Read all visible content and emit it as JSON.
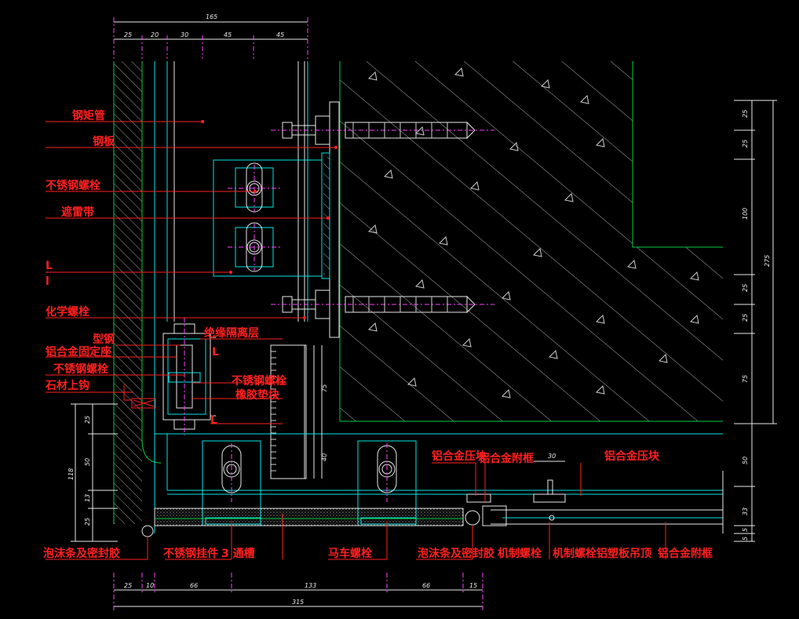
{
  "labels": {
    "steel_rect_tube": "钢矩管",
    "steel_plate": "钢板",
    "stainless_bolt_1": "不锈钢螺栓",
    "gasket_strip": "遮雷带",
    "angle_L_upper": "L",
    "angle_l_lower": "l",
    "chemical_anchor": "化学螺栓",
    "profile_steel": "型钢",
    "insulation_layer": "绝缘隔离层",
    "alu_fixing_seat": "铝合金固定座",
    "stainless_bolt_2": "不锈钢螺栓",
    "stone_hook": "石材上钩",
    "angle_L_mid": "L",
    "stainless_bolt_3": "不锈钢螺栓",
    "rubber_pad": "橡胶垫块",
    "angle_L_low": "L",
    "alu_pressing_1": "铝合金压块",
    "alu_frame_1": "铝合金附框",
    "alu_pressing_2": "铝合金压块",
    "foam_sealant_left": "泡沫条及密封胶",
    "stainless_hanger": "不锈钢挂件",
    "slot": "3 通槽",
    "carriage_bolt": "马车螺栓",
    "foam_sealant_right": "泡沫条及密封胶",
    "machine_bolt": "机制螺栓",
    "machine_bolt_ceiling": "机制螺栓铝塑板吊顶",
    "alu_frame_2": "铝合金附框"
  },
  "dimensions": {
    "top_total": "165",
    "top_segments": [
      "25",
      "20",
      "30",
      "45",
      "45"
    ],
    "right_total": "275",
    "right_segments": [
      "25",
      "25",
      "100",
      "25",
      "25",
      "75"
    ],
    "right_lower": [
      "50",
      "33",
      "5",
      "5"
    ],
    "left_total": "118",
    "left_segments": [
      "25",
      "50",
      "13",
      "25"
    ],
    "bottom_total": "315",
    "bottom_segments": [
      "25",
      "10",
      "66",
      "133",
      "66",
      "15"
    ],
    "inner_75": "75",
    "inner_40": "40",
    "alu_width": "30"
  },
  "colors": {
    "label": "#ff2020",
    "cyan": "#00e5e5",
    "green": "#00cc44",
    "white": "#e8e8e8",
    "magenta": "#ff40ff",
    "background": "#000000"
  }
}
